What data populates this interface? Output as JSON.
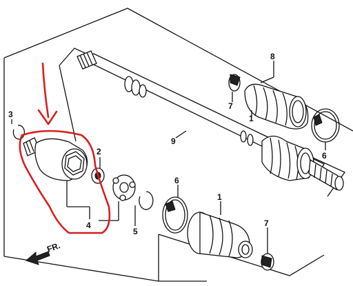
{
  "callouts": {
    "c1_boot_lower": "1",
    "c1_boot_upper": "1",
    "c2": "2",
    "c3": "3",
    "c4": "4",
    "c5": "5",
    "c6_clamp_lower": "6",
    "c6_clamp_upper": "6",
    "c7_clamp_lower": "7",
    "c7_clamp_upper": "7",
    "c8": "8",
    "c9": "9"
  },
  "direction_label": "FR.",
  "colors": {
    "ink": "#111111",
    "highlight": "#d81e1e",
    "background": "#ffffff"
  },
  "icons": {
    "direction": "arrow-forward-icon"
  }
}
